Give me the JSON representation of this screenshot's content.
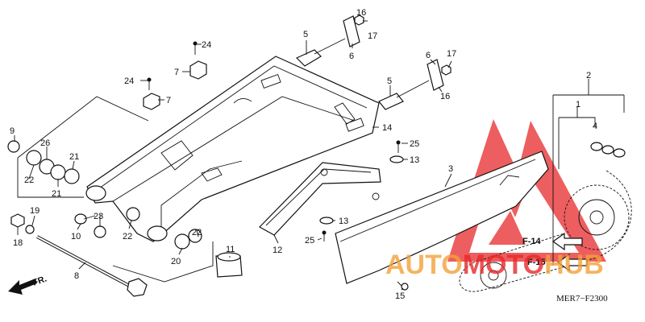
{
  "diagram": {
    "part_labels": [
      {
        "key": "p1",
        "text": "1"
      },
      {
        "key": "p2",
        "text": "2"
      },
      {
        "key": "p3",
        "text": "3"
      },
      {
        "key": "p4",
        "text": "4"
      },
      {
        "key": "p5a",
        "text": "5"
      },
      {
        "key": "p5b",
        "text": "5"
      },
      {
        "key": "p6a",
        "text": "6"
      },
      {
        "key": "p6b",
        "text": "6"
      },
      {
        "key": "p7a",
        "text": "7"
      },
      {
        "key": "p7b",
        "text": "7"
      },
      {
        "key": "p8",
        "text": "8"
      },
      {
        "key": "p9",
        "text": "9"
      },
      {
        "key": "p10",
        "text": "10"
      },
      {
        "key": "p11",
        "text": "11"
      },
      {
        "key": "p12",
        "text": "12"
      },
      {
        "key": "p13a",
        "text": "13"
      },
      {
        "key": "p13b",
        "text": "13"
      },
      {
        "key": "p14",
        "text": "14"
      },
      {
        "key": "p15",
        "text": "15"
      },
      {
        "key": "p16a",
        "text": "16"
      },
      {
        "key": "p16b",
        "text": "16"
      },
      {
        "key": "p17a",
        "text": "17"
      },
      {
        "key": "p17b",
        "text": "17"
      },
      {
        "key": "p18",
        "text": "18"
      },
      {
        "key": "p19",
        "text": "19"
      },
      {
        "key": "p20",
        "text": "20"
      },
      {
        "key": "p21a",
        "text": "21"
      },
      {
        "key": "p21b",
        "text": "21"
      },
      {
        "key": "p22a",
        "text": "22"
      },
      {
        "key": "p22b",
        "text": "22"
      },
      {
        "key": "p22c",
        "text": "22"
      },
      {
        "key": "p23",
        "text": "23"
      },
      {
        "key": "p24a",
        "text": "24"
      },
      {
        "key": "p24b",
        "text": "24"
      },
      {
        "key": "p25a",
        "text": "25"
      },
      {
        "key": "p25b",
        "text": "25"
      },
      {
        "key": "p26",
        "text": "26"
      }
    ],
    "references": [
      "F-14",
      "F-15"
    ],
    "direction_label": "FR.",
    "diagram_code": "MER7−F2300",
    "watermark": {
      "first": "AUTO",
      "middle": "MOTO",
      "last": "HUB",
      "color_red": "#e8292b",
      "color_orange": "#f2a23a"
    }
  }
}
